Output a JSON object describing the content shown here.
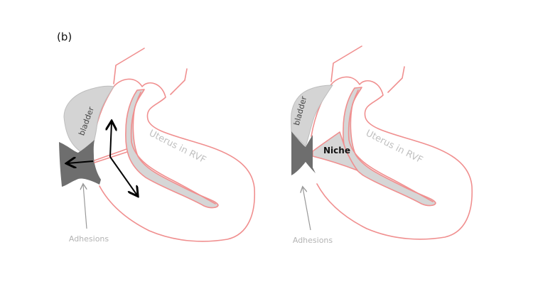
{
  "panel_label": "(b)",
  "left_panel": {
    "bladder_label": "bladder",
    "uterus_label": "Uterus in RVF",
    "adhesions_label": "Adhesions"
  },
  "right_panel": {
    "bladder_label": "bladder",
    "niche_label": "Niche",
    "uterus_label": "Uterus in RVF",
    "adhesions_label": "Adhesions"
  },
  "colors": {
    "outline": "#f08f8f",
    "bladder": "#d4d4d4",
    "adhesion": "#6e6e6e",
    "label": "#b3b3b3"
  }
}
